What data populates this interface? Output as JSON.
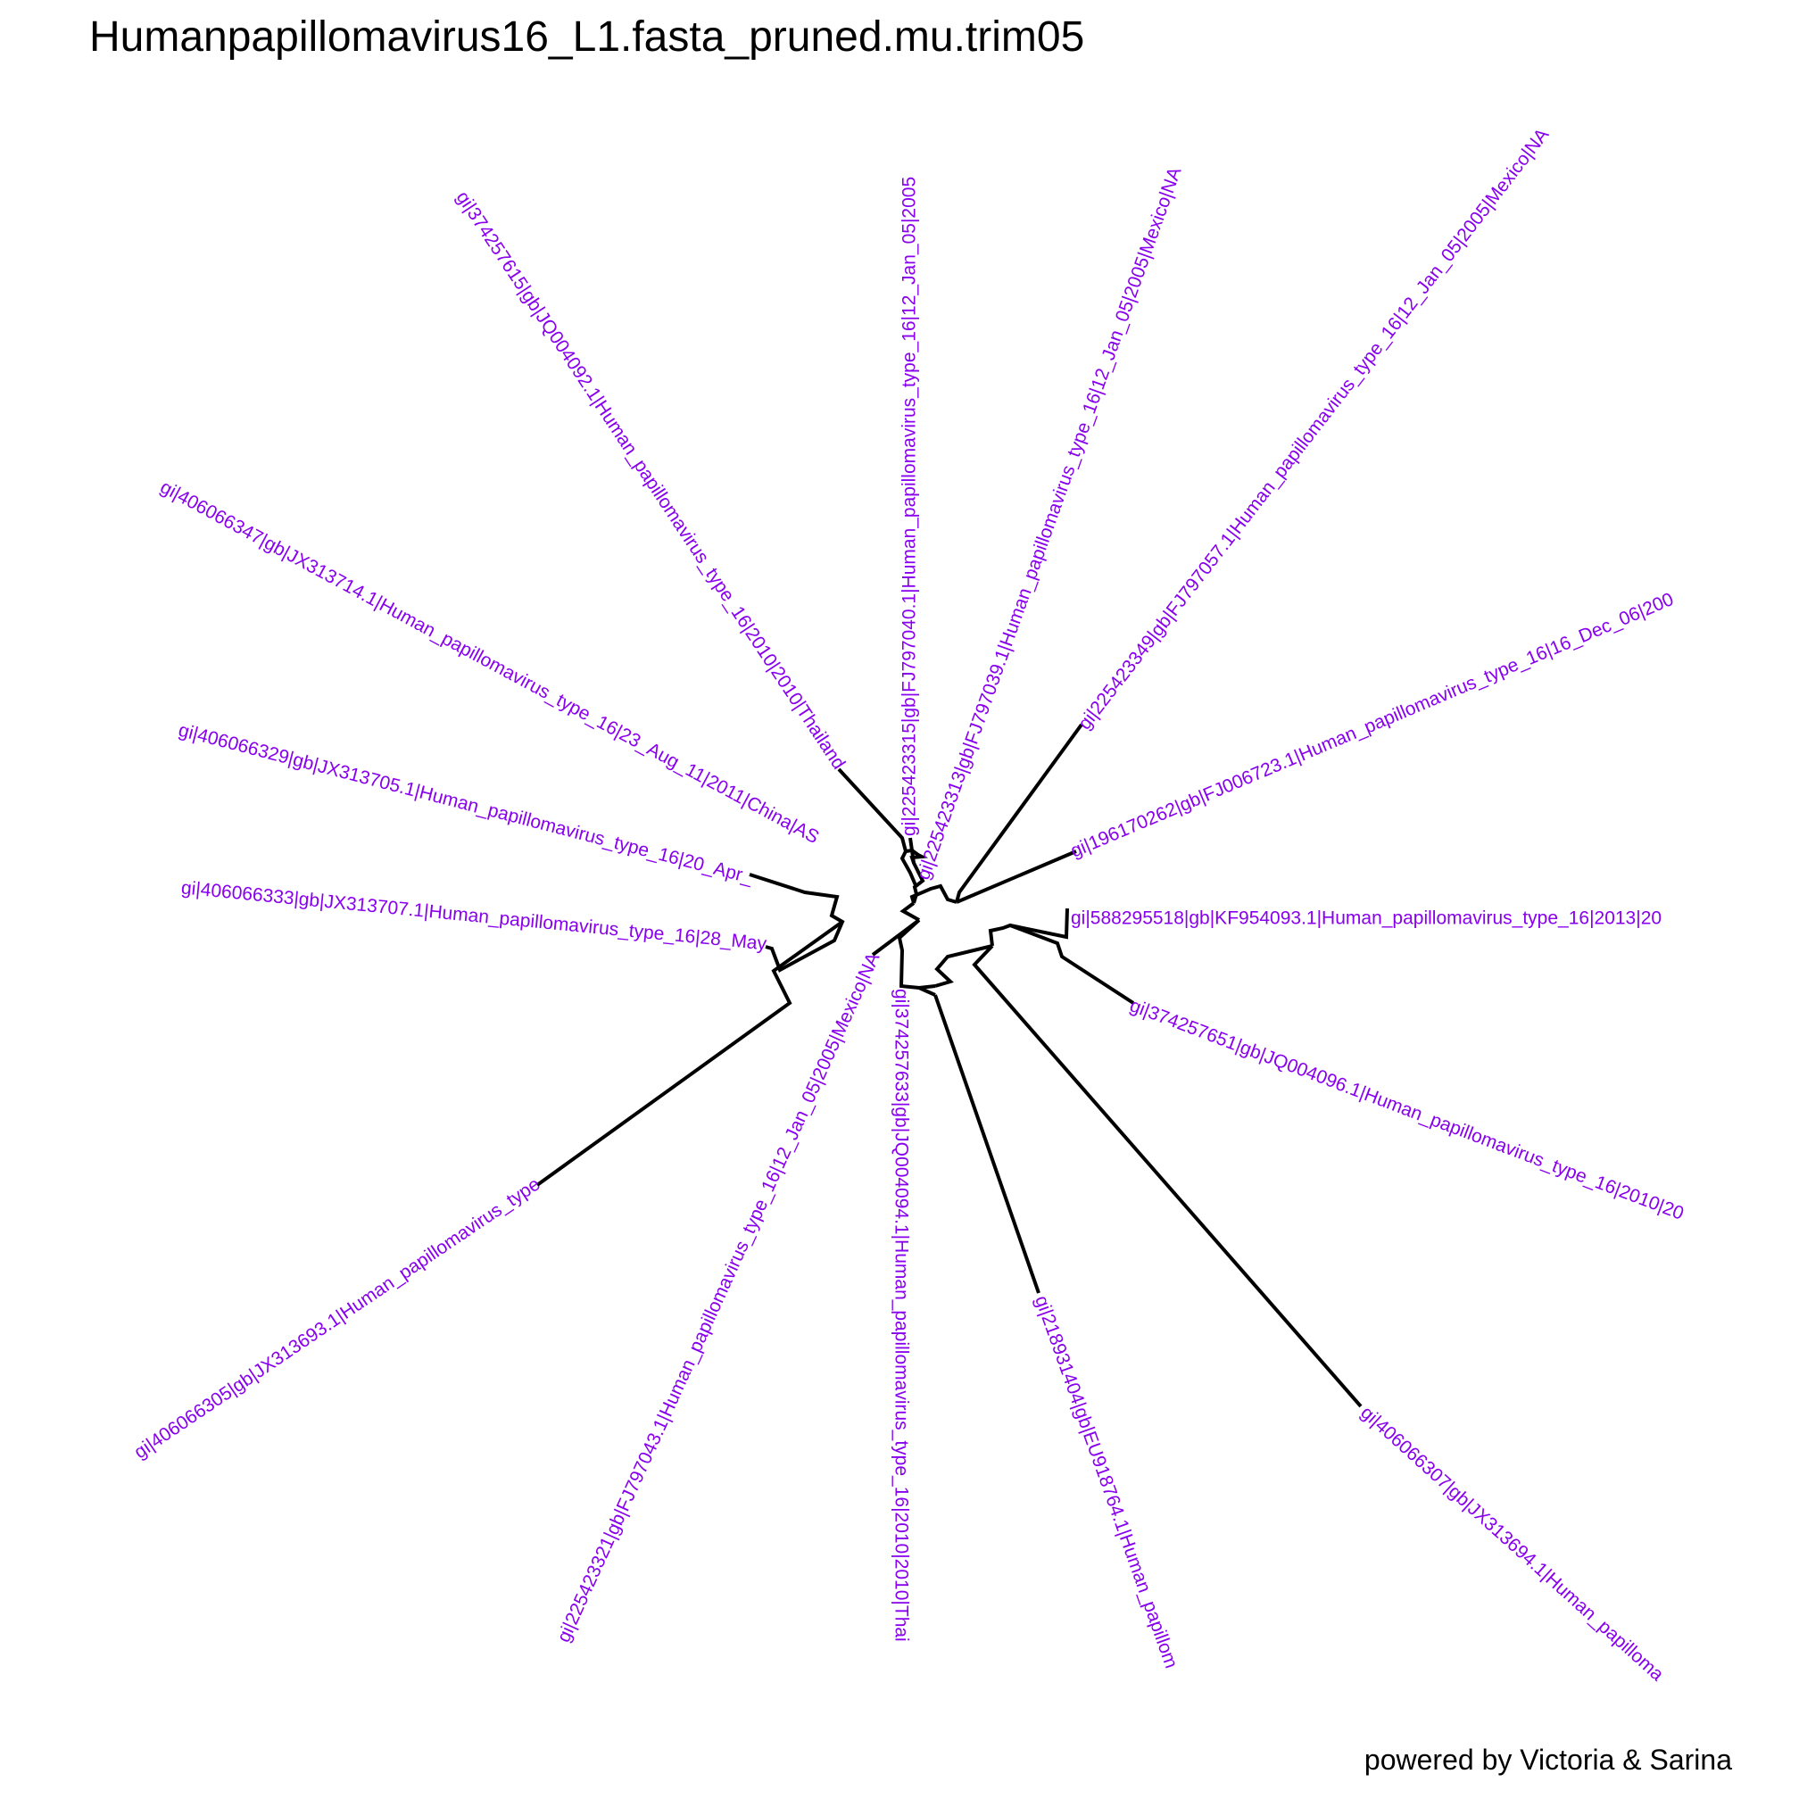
{
  "title": "Humanpapillomavirus16_L1.fasta_pruned.mu.trim05",
  "footer": "powered by Victoria & Sarina",
  "colors": {
    "branch": "#000000",
    "label": "#8800ee",
    "background": "#ffffff"
  },
  "tree": {
    "layout": "unrooted-radial",
    "leaves": [
      "gi|406066329|gb|JX313705.1|Human_papillomavirus_type_16|20_Apr_",
      "gi|406066347|gb|JX313714.1|Human_papillomavirus_type_16|23_Aug_11|2011|China|AS",
      "gi|374257615|gb|JQ004092.1|Human_papillomavirus_type_16|2010|2010|Thailand",
      "gi|225423315|gb|FJ797040.1|Human_papillomavirus_type_16|12_Jan_05|2005",
      "gi|225423313|gb|FJ797039.1|Human_papillomavirus_type_16|12_Jan_05|2005|Mexico|NA",
      "gi|225423349|gb|FJ797057.1|Human_papillomavirus_type_16|12_Jan_05|2005|Mexico|NA",
      "gi|196170262|gb|FJ006723.1|Human_papillomavirus_type_16|16_Dec_06|200",
      "gi|588295518|gb|KF954093.1|Human_papillomavirus_type_16|2013|20",
      "gi|374257651|gb|JQ004096.1|Human_papillomavirus_type_16|2010|20",
      "gi|406066307|gb|JX313694.1|Human_papilloma",
      "gi|218931404|gb|EU918764.1|Human_papillom",
      "gi|374257633|gb|JQ004094.1|Human_papillomavirus_type_16|2010|2010|Thai",
      "gi|225423321|gb|FJ797043.1|Human_papillomavirus_type_16|12_Jan_05|2005|Mexico|NA",
      "gi|406066305|gb|JX313693.1|Human_papillomavirus_type",
      "gi|406066333|gb|JX313707.1|Human_papillomavirus_type_16|28_May"
    ]
  }
}
